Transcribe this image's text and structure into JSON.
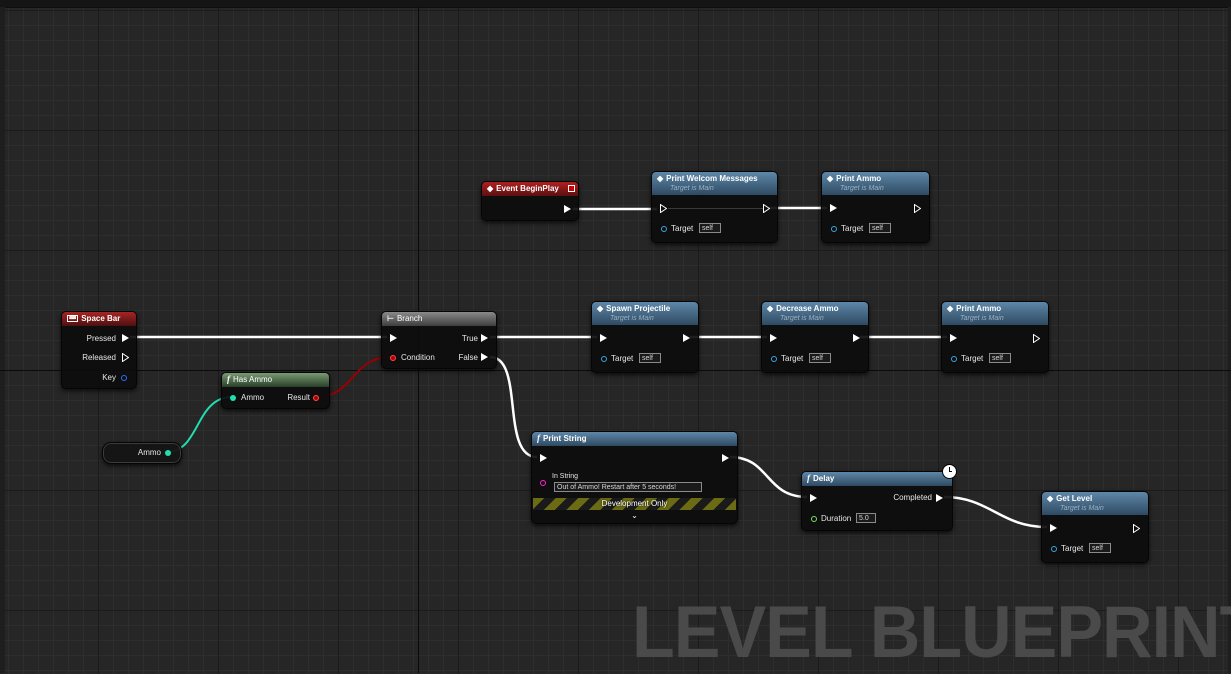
{
  "nodes": {
    "event_begin_play": {
      "title": "Event BeginPlay"
    },
    "print_welcome": {
      "title": "Print Welcom Messages",
      "subtitle": "Target is Main",
      "target_label": "Target",
      "target_value": "self"
    },
    "print_ammo_top": {
      "title": "Print Ammo",
      "subtitle": "Target is Main",
      "target_label": "Target",
      "target_value": "self"
    },
    "space_bar": {
      "title": "Space Bar",
      "pressed": "Pressed",
      "released": "Released",
      "key": "Key"
    },
    "branch": {
      "title": "Branch",
      "condition": "Condition",
      "true_label": "True",
      "false_label": "False"
    },
    "has_ammo": {
      "title": "Has Ammo",
      "input": "Ammo",
      "output": "Result"
    },
    "ammo_var": {
      "label": "Ammo"
    },
    "spawn_projectile": {
      "title": "Spawn Projectile",
      "subtitle": "Target is Main",
      "target_label": "Target",
      "target_value": "self"
    },
    "decrease_ammo": {
      "title": "Decrease Ammo",
      "subtitle": "Target is Main",
      "target_label": "Target",
      "target_value": "self"
    },
    "print_ammo_mid": {
      "title": "Print Ammo",
      "subtitle": "Target is Main",
      "target_label": "Target",
      "target_value": "self"
    },
    "print_string": {
      "title": "Print String",
      "in_string_label": "In String",
      "in_string_value": "Out of Ammo! Restart after 5 seconds!",
      "dev_only": "Development Only"
    },
    "delay": {
      "title": "Delay",
      "completed": "Completed",
      "duration_label": "Duration",
      "duration_value": "5.0"
    },
    "get_level": {
      "title": "Get Level",
      "subtitle": "Target is Main",
      "target_label": "Target",
      "target_value": "self"
    }
  },
  "watermark": "LEVEL BLUEPRINT",
  "colors": {
    "event_header": "#b02020",
    "function_header": "#5e87a8",
    "pure_header": "#7a9a72",
    "exec_wire": "#ffffff",
    "bool_wire": "#9a0000",
    "int_wire": "#20e0b0",
    "object_pin": "#3aa6e0"
  },
  "icons": {
    "event": "event-diamond-icon",
    "function": "function-f-icon",
    "branch": "branch-icon",
    "keyboard": "keyboard-icon",
    "latent": "clock-icon"
  }
}
